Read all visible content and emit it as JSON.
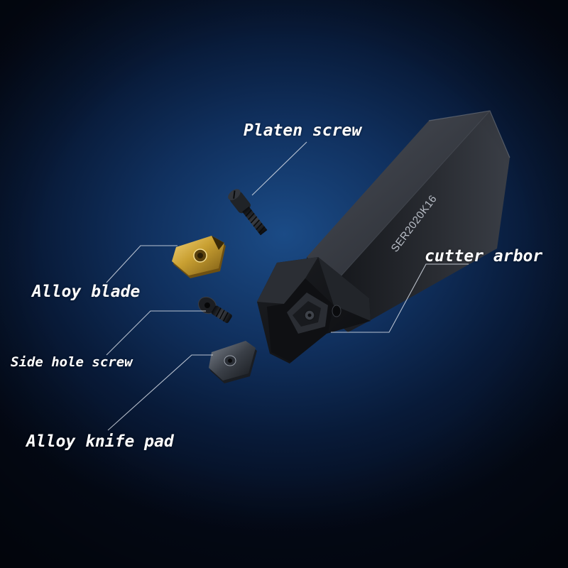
{
  "labels": {
    "platen_screw": "Platen screw",
    "cutter_arbor": "cutter arbor",
    "alloy_blade": "Alloy blade",
    "side_hole_screw": "Side hole screw",
    "alloy_knife_pad": "Alloy knife pad"
  },
  "holder_marking": "SER2020K16",
  "colors": {
    "background": "#10305e",
    "label_text": "#ffffff",
    "leader_line": "#d7dde6",
    "holder_body": "#1a1c21",
    "insert_gold": "#c9a032"
  }
}
